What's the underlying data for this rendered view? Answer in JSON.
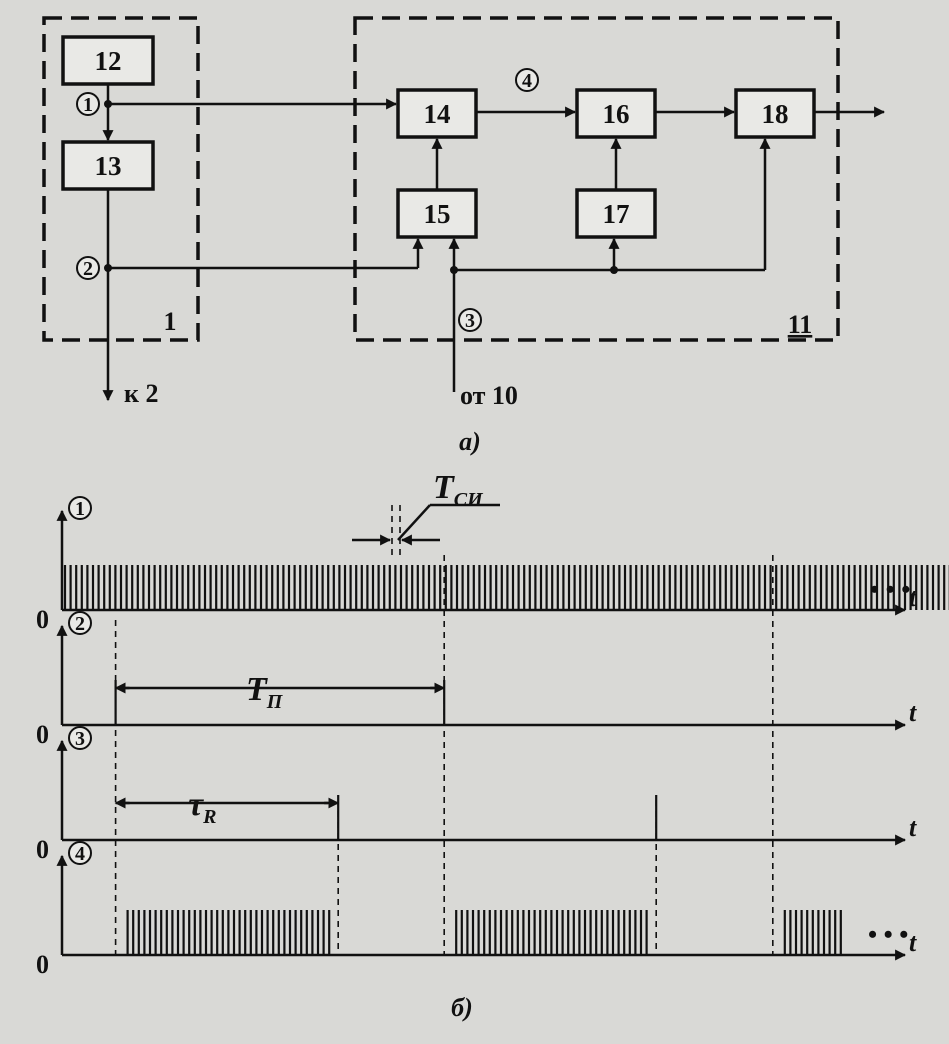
{
  "diagram": {
    "part_label": "а)",
    "blocks": [
      "12",
      "13",
      "14",
      "15",
      "16",
      "17",
      "18"
    ],
    "group_labels": {
      "left": "1",
      "right": "11"
    },
    "markers": [
      "1",
      "2",
      "3",
      "4"
    ],
    "to_label": "к 2",
    "from_label": "от 10"
  },
  "timing": {
    "part_label": "б)",
    "channels": [
      "1",
      "2",
      "3",
      "4"
    ],
    "axis_t": "t",
    "zero": "0",
    "ellipsis": "• • •",
    "T_sync": {
      "main": "T",
      "sub": "СИ"
    },
    "T_period": {
      "main": "T",
      "sub": "П"
    },
    "tau": {
      "main": "τ",
      "sub": "R"
    }
  },
  "chart_data": {
    "type": "timing",
    "time_unit": "arbitrary",
    "channels": [
      {
        "name": "1",
        "signal": "continuous sync pulse train",
        "pulse_period": "T_СИ",
        "t_start": 0,
        "t_end": 9.3
      },
      {
        "name": "2",
        "signal": "single pulses",
        "period": "T_П",
        "pulse_times": [
          0.1,
          3.2
        ]
      },
      {
        "name": "3",
        "signal": "single pulses",
        "pulse_times": [
          2.2,
          5.2
        ]
      },
      {
        "name": "4",
        "signal": "gated pulse bursts",
        "bursts": [
          [
            0.1,
            2.2
          ],
          [
            3.2,
            5.2
          ],
          [
            6.3,
            7.0
          ]
        ]
      }
    ],
    "intervals": {
      "T_П": [
        0.1,
        3.2
      ],
      "τ_R": [
        0.1,
        2.2
      ]
    }
  }
}
